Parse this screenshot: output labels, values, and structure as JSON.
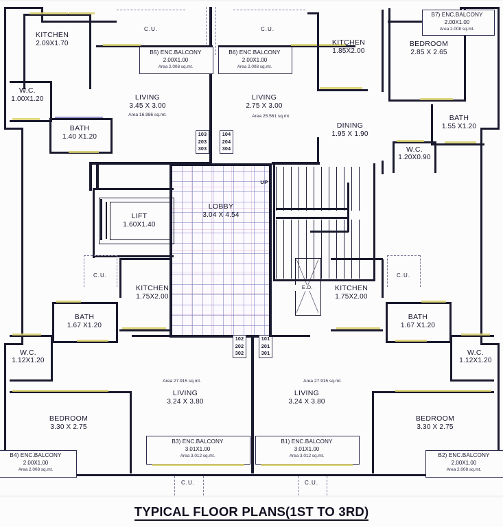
{
  "drawing": {
    "title": "TYPICAL FLOOR PLANS(1ST TO 3RD)",
    "type": "architectural-floor-plan"
  },
  "rooms": {
    "kitchen_tl": {
      "name": "KITCHEN",
      "dim": "2.09X1.70"
    },
    "wc_tl": {
      "name": "W.C.",
      "dim": "1.00X1.20"
    },
    "bath_tl": {
      "name": "BATH",
      "dim": "1.40 X1.20"
    },
    "living_t1": {
      "name": "LIVING",
      "dim": "3.45 X 3.00",
      "area": "Area 16.986  sq.mt."
    },
    "living_t2": {
      "name": "LIVING",
      "dim": "2.75 X 3.00",
      "area": "Area 25.561 sq.mt."
    },
    "kitchen_tr": {
      "name": "KITCHEN",
      "dim": "1.85X2.00"
    },
    "bedroom_tr": {
      "name": "BEDROOM",
      "dim": "2.85 X 2.65"
    },
    "dining_tr": {
      "name": "DINING",
      "dim": "1.95 X 1.90"
    },
    "bath_tr": {
      "name": "BATH",
      "dim": "1.55 X1.20"
    },
    "wc_tr": {
      "name": "W.C.",
      "dim": "1.20X0.90"
    },
    "lift": {
      "name": "LIFT",
      "dim": "1.60X1.40"
    },
    "lobby": {
      "name": "LOBBY",
      "dim": "3.04 X 4.54"
    },
    "kitchen_bl": {
      "name": "KITCHEN",
      "dim": "1.75X2.00"
    },
    "bath_bl": {
      "name": "BATH",
      "dim": "1.67 X1.20"
    },
    "wc_bl": {
      "name": "W.C.",
      "dim": "1.12X1.20"
    },
    "bedroom_bl": {
      "name": "BEDROOM",
      "dim": "3.30 X 2.75"
    },
    "living_b1": {
      "name": "LIVING",
      "dim": "3.24 X 3.80",
      "area": "Area 27.915 sq.mt."
    },
    "living_b2": {
      "name": "LIVING",
      "dim": "3.24 X 3.80",
      "area": "Area 27.915 sq.mt."
    },
    "kitchen_br": {
      "name": "KITCHEN",
      "dim": "1.75X2.00"
    },
    "bath_br": {
      "name": "BATH",
      "dim": "1.67 X1.20"
    },
    "wc_br": {
      "name": "W.C.",
      "dim": "1.12X1.20"
    },
    "bedroom_br": {
      "name": "BEDROOM",
      "dim": "3.30 X 2.75"
    }
  },
  "balconies": {
    "b5": {
      "name": "B5) ENC.BALCONY",
      "dim": "2.00X1.00",
      "area": "Area 2.008 sq.mt."
    },
    "b6": {
      "name": "B6) ENC.BALCONY",
      "dim": "2.00X1.00",
      "area": "Area 2.008 sq.mt."
    },
    "b7": {
      "name": "B7) ENC.BALCONY",
      "dim": "2.00X1.00",
      "area": "Area 2.008 sq.mt."
    },
    "b4": {
      "name": "B4) ENC.BALCONY",
      "dim": "2.00X1.00",
      "area": "Area 2.008 sq.mt."
    },
    "b3": {
      "name": "B3) ENC.BALCONY",
      "dim": "3.01X1.00",
      "area": "Area 3.012 sq.mt."
    },
    "b1": {
      "name": "B1) ENC.BALCONY",
      "dim": "3.01X1.00",
      "area": "Area 3.012 sq.mt."
    },
    "b2": {
      "name": "B2) ENC.BALCONY",
      "dim": "2.00X1.00",
      "area": "Area 2.008 sq.mt."
    }
  },
  "ducts": {
    "cu_t1": "C.U.",
    "cu_t2": "C.U.",
    "cu_ml": "C.U.",
    "cu_mr": "C.U.",
    "cu_b1": "C.U.",
    "cu_b2": "C.U.",
    "ed": "E.D."
  },
  "markers": {
    "up": "UP"
  },
  "units": {
    "u103": [
      "103",
      "203",
      "303"
    ],
    "u104": [
      "104",
      "204",
      "304"
    ],
    "u102": [
      "102",
      "202",
      "302"
    ],
    "u101": [
      "101",
      "201",
      "301"
    ]
  },
  "colors": {
    "wall": "#16162c",
    "text": "#15152b",
    "duct_dash": "#7a7a9a",
    "tile_grid": "#7878be",
    "door_yellow": "#d8cf6a",
    "door_blue": "#6b6bb5",
    "paper": "#fdfcfd"
  }
}
